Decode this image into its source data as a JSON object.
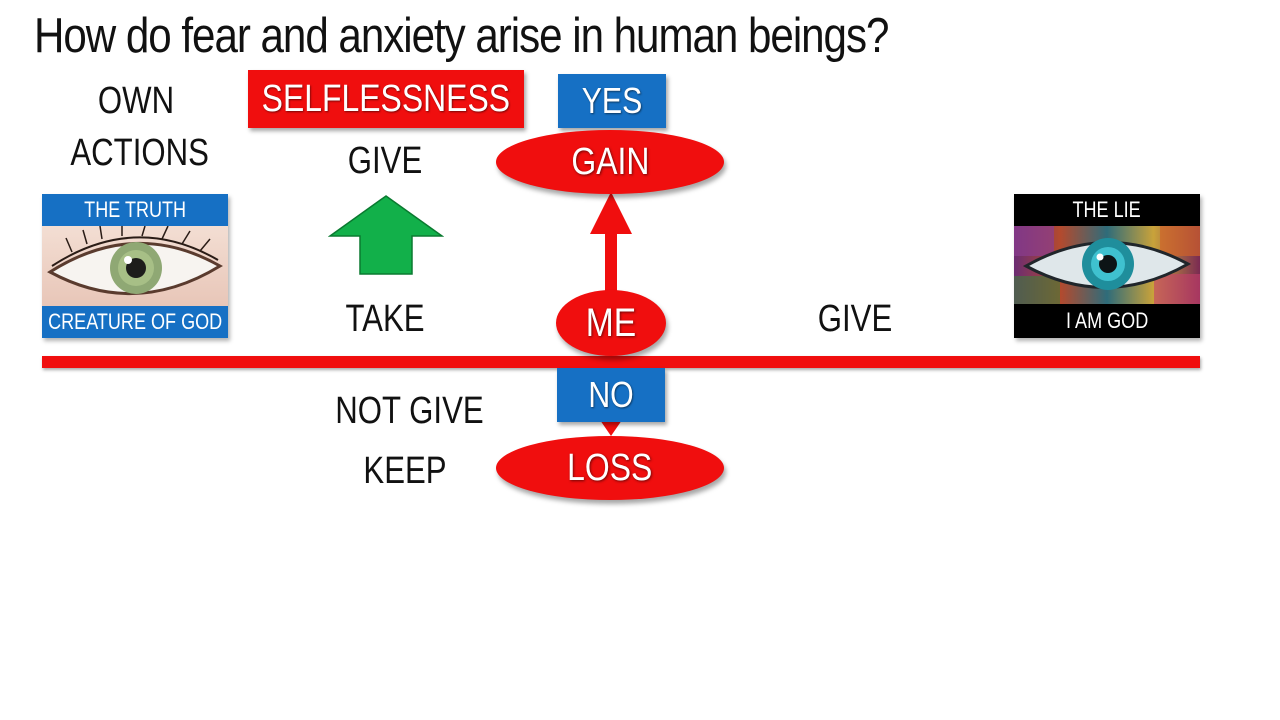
{
  "slide": {
    "title": "How do fear and anxiety arise in human beings?",
    "own_actions_line1": "OWN",
    "own_actions_line2": "ACTIONS",
    "selflessness": "SELFLESSNESS",
    "give_top": "GIVE",
    "take": "TAKE",
    "give_right": "GIVE",
    "not_give": "NOT GIVE",
    "keep": "KEEP",
    "yes": "YES",
    "no": "NO",
    "gain": "GAIN",
    "me": "ME",
    "loss": "LOSS",
    "truth_card": {
      "top": "THE TRUTH",
      "bottom": "CREATURE OF GOD"
    },
    "lie_card": {
      "top": "THE LIE",
      "bottom": "I AM GOD"
    }
  },
  "colors": {
    "red": "#f00e0e",
    "blue": "#1670c4",
    "green": "#12b04a",
    "black": "#000000"
  },
  "icons": {
    "up_arrow": "green-up-arrow-icon",
    "truth_eye": "green-eye-icon",
    "lie_eye": "colorful-eye-icon"
  }
}
